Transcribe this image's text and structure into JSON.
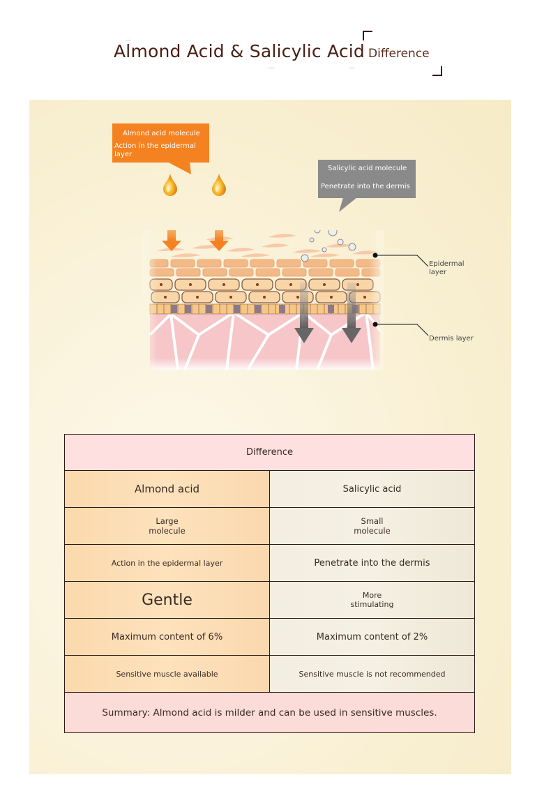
{
  "header": {
    "title": "Almond Acid & Salicylic Acid",
    "subtitle": "Difference"
  },
  "diagram": {
    "almond_bubble": {
      "title": "Almond acid molecule",
      "text": "Action in the epidermal layer",
      "color": "#f58220"
    },
    "salicylic_bubble": {
      "title": "Salicylic acid molecule",
      "text": "Penetrate into the dermis",
      "color": "#8a8a8a"
    },
    "layer_labels": {
      "epidermal": "Epidermal layer",
      "dermis": "Dermis layer"
    }
  },
  "table": {
    "header": "Difference",
    "columns": [
      "Almond acid",
      "Salicylic acid"
    ],
    "rows": [
      {
        "almond": "Large molecule",
        "salicylic": "Small molecule"
      },
      {
        "almond": "Action in the epidermal layer",
        "salicylic": "Penetrate into the dermis"
      },
      {
        "almond": "Gentle",
        "salicylic": "More stimulating"
      },
      {
        "almond": "Maximum content of 6%",
        "salicylic": "Maximum content of 2%"
      },
      {
        "almond": "Sensitive muscle available",
        "salicylic": "Sensitive muscle is not recommended"
      }
    ],
    "summary": "Summary: Almond acid is milder and can be used in sensitive muscles.",
    "colors": {
      "header_bg": "#fde0df",
      "almond_bg": "#fcdcb2",
      "salicylic_bg": "#f3eee2",
      "summary_bg": "#fcdcd9"
    }
  }
}
